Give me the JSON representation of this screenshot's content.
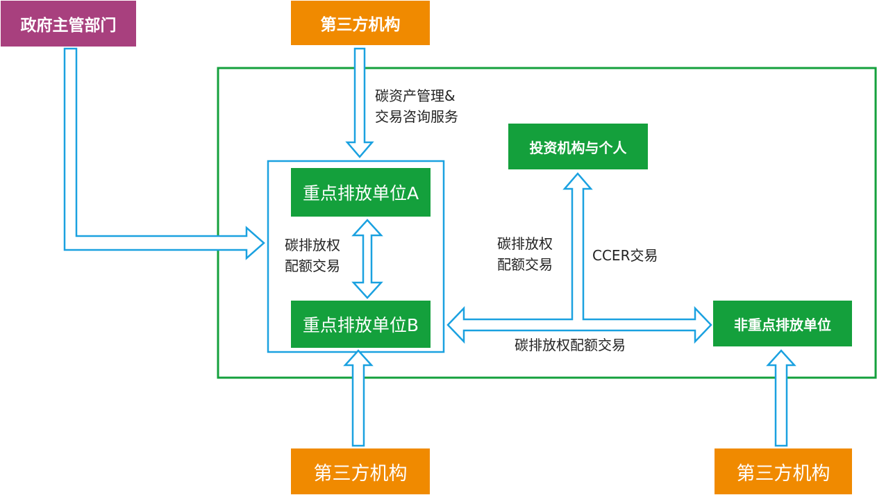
{
  "colors": {
    "government": "#a8407e",
    "third_party": "#f08a00",
    "entity": "#14a03c",
    "arrow": "#1aa1e0",
    "frame": "#14a03c"
  },
  "nodes": {
    "government": "政府主管部门",
    "third_party_top": "第三方机构",
    "investors": "投资机构与个人",
    "unit_a": "重点排放单位A",
    "unit_b": "重点排放单位B",
    "non_key_unit": "非重点排放单位",
    "third_party_bottom_left": "第三方机构",
    "third_party_bottom_right": "第三方机构"
  },
  "labels": {
    "consulting_line1": "碳资产管理&",
    "consulting_line2": "交易咨询服务",
    "ab_trade_line1": "碳排放权",
    "ab_trade_line2": "配额交易",
    "market_trade_line1": "碳排放权",
    "market_trade_line2": "配额交易",
    "ccer": "CCER交易",
    "bottom_trade": "碳排放权配额交易"
  }
}
